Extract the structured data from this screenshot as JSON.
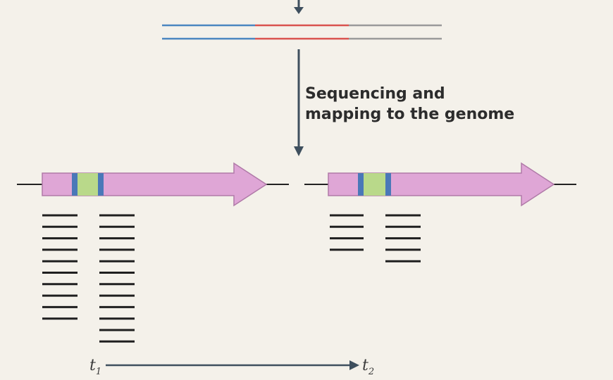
{
  "step_label": {
    "line1": "Sequencing and",
    "line2": "mapping to the genome"
  },
  "timeline": {
    "start": {
      "base": "t",
      "sub": "1"
    },
    "end": {
      "base": "t",
      "sub": "2"
    }
  },
  "colors": {
    "background": "#f4f1ea",
    "strand_left": "#4a86c0",
    "strand_middle": "#d9534f",
    "strand_right": "#9a9a9a",
    "arrow_line": "#3e4f5e",
    "gene_body": "#dfa6d6",
    "gene_stroke": "#b07aa8",
    "exon_border": "#4a78b8",
    "exon_fill": "#b9d98a",
    "read": "#1f1f1f"
  },
  "reads": {
    "t1": {
      "left_stack_count": 10,
      "right_stack_count": 12
    },
    "t2": {
      "left_stack_count": 4,
      "right_stack_count": 5
    }
  }
}
